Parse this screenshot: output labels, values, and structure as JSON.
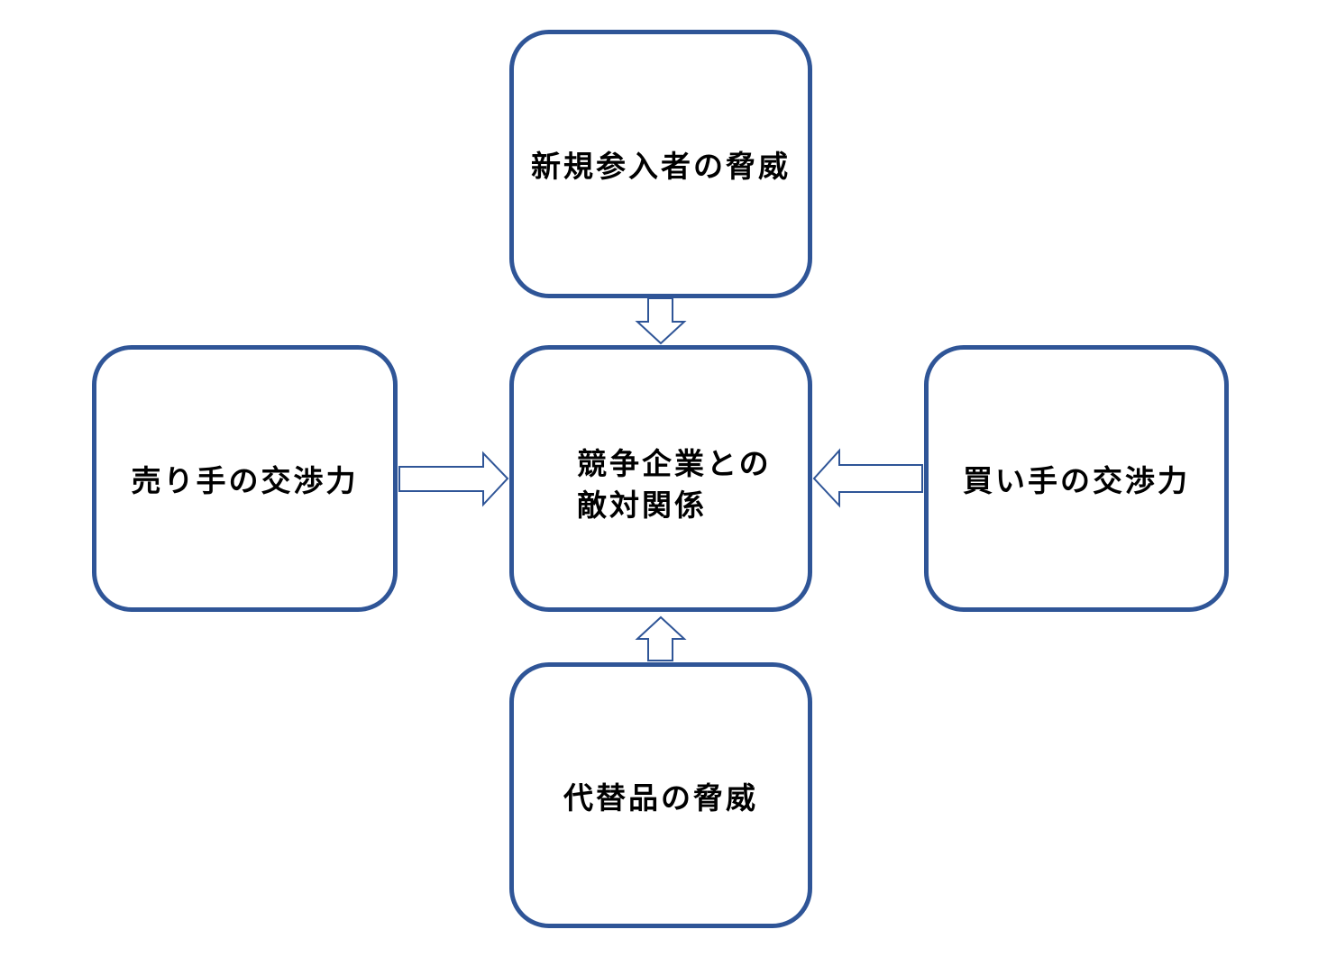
{
  "diagram": {
    "top": {
      "label": "新規参入者の脅威"
    },
    "center": {
      "line1": "競争企業との",
      "line2": "敵対関係"
    },
    "left": {
      "label": "売り手の交渉力"
    },
    "right": {
      "label": "買い手の交渉力"
    },
    "bottom": {
      "label": "代替品の脅威"
    }
  },
  "colors": {
    "box_border": "#2f5597",
    "arrow_stroke": "#2f5597",
    "text": "#000000"
  }
}
